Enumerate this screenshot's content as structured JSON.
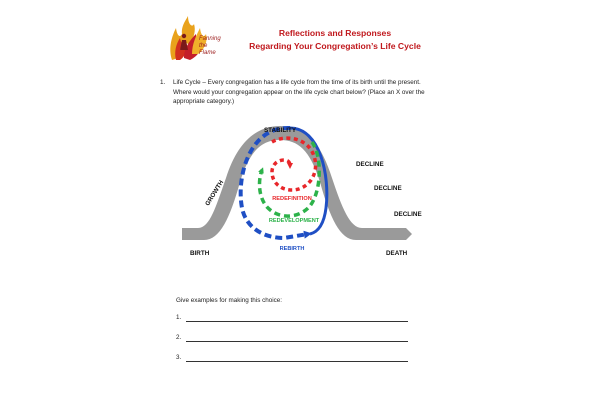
{
  "header": {
    "logo_line1": "Fanning",
    "logo_line2": "the",
    "logo_line3": "Flame",
    "title_line1": "Reflections and Responses",
    "title_line2": "Regarding Your Congregation’s Life Cycle"
  },
  "question": {
    "number": "1.",
    "text": "Life Cycle – Every congregation has a life cycle from the time of its birth until the present. Where would your congregation appear on the life cycle chart below? (Place an X over the appropriate category.)"
  },
  "diagram": {
    "labels": {
      "stability": "STABILITY",
      "growth": "GROWTH",
      "decline1": "DECLINE",
      "decline2": "DECLINE",
      "decline3": "DECLINE",
      "birth": "BIRTH",
      "death": "DEATH",
      "redefinition": "REDEFINITION",
      "redevelopment": "REDEVELOPMENT",
      "rebirth": "REBIRTH"
    },
    "colors": {
      "curve": "#9a9a9a",
      "red": "#e8262a",
      "green": "#2db24a",
      "blue": "#1f4fc4"
    }
  },
  "examples": {
    "prompt": "Give examples for making this choice:",
    "items": [
      "1.",
      "2.",
      "3."
    ]
  }
}
